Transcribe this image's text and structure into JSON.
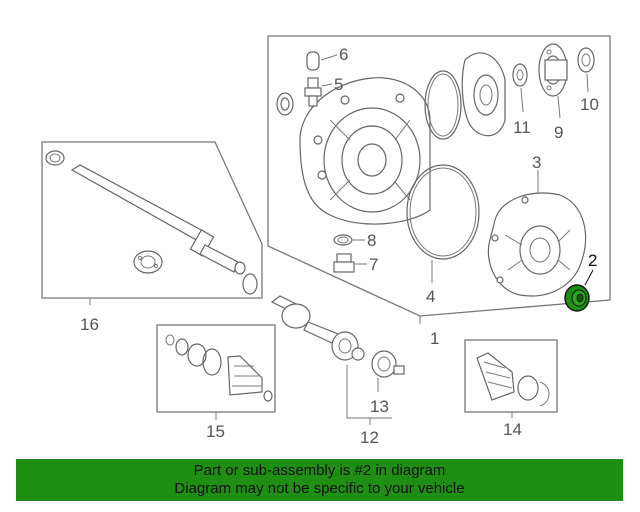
{
  "callouts": {
    "c1": "1",
    "c2": "2",
    "c3": "3",
    "c4": "4",
    "c5": "5",
    "c6": "6",
    "c7": "7",
    "c8": "8",
    "c9": "9",
    "c10": "10",
    "c11": "11",
    "c12": "12",
    "c13": "13",
    "c14": "14",
    "c15": "15",
    "c16": "16"
  },
  "highlight_color": "#1f8f14",
  "banner": {
    "line1": "Part or sub-assembly is #2 in diagram",
    "line2": "Diagram may not be specific to your vehicle"
  }
}
